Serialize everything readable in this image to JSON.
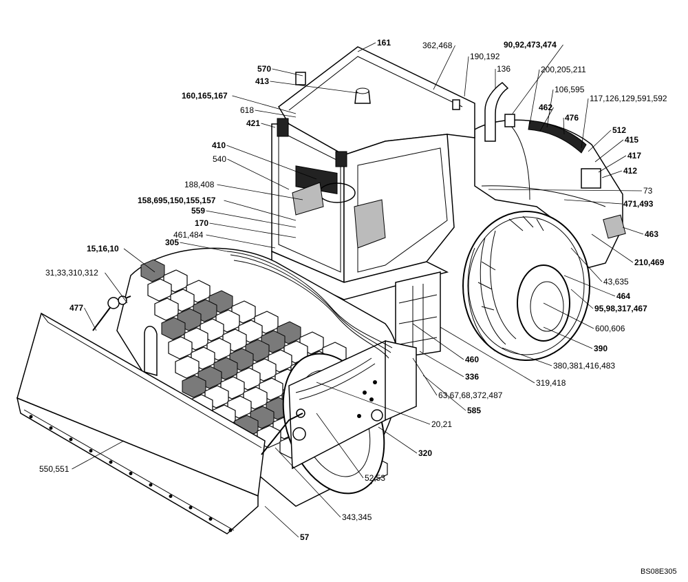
{
  "drawing_code": "BS08E305",
  "callouts": [
    {
      "text": "570",
      "bold": true
    },
    {
      "text": "161",
      "bold": true
    },
    {
      "text": "362,468",
      "bold": false
    },
    {
      "text": "190,192",
      "bold": false
    },
    {
      "text": "90,92,473,474",
      "bold": true
    },
    {
      "text": "136",
      "bold": false
    },
    {
      "text": "200,205,211",
      "bold": false
    },
    {
      "text": "413",
      "bold": true
    },
    {
      "text": "106,595",
      "bold": false
    },
    {
      "text": "160,165,167",
      "bold": true
    },
    {
      "text": "462",
      "bold": true
    },
    {
      "text": "117,126,129,591,592",
      "bold": false
    },
    {
      "text": "618",
      "bold": false
    },
    {
      "text": "476",
      "bold": true
    },
    {
      "text": "421",
      "bold": true
    },
    {
      "text": "512",
      "bold": true
    },
    {
      "text": "415",
      "bold": true
    },
    {
      "text": "410",
      "bold": true
    },
    {
      "text": "417",
      "bold": true
    },
    {
      "text": "540",
      "bold": false
    },
    {
      "text": "412",
      "bold": true
    },
    {
      "text": "188,408",
      "bold": false
    },
    {
      "text": "73",
      "bold": false
    },
    {
      "text": "158,695,150,155,157",
      "bold": true
    },
    {
      "text": "471,493",
      "bold": true
    },
    {
      "text": "559",
      "bold": true
    },
    {
      "text": "170",
      "bold": true
    },
    {
      "text": "463",
      "bold": true
    },
    {
      "text": "461,484",
      "bold": false
    },
    {
      "text": "305",
      "bold": true
    },
    {
      "text": "15,16,10",
      "bold": true
    },
    {
      "text": "210,469",
      "bold": true
    },
    {
      "text": "31,33,310,312",
      "bold": false
    },
    {
      "text": "43,635",
      "bold": false
    },
    {
      "text": "464",
      "bold": true
    },
    {
      "text": "477",
      "bold": true
    },
    {
      "text": "95,98,317,467",
      "bold": true
    },
    {
      "text": "600,606",
      "bold": false
    },
    {
      "text": "390",
      "bold": true
    },
    {
      "text": "380,381,416,483",
      "bold": false
    },
    {
      "text": "460",
      "bold": true
    },
    {
      "text": "319,418",
      "bold": false
    },
    {
      "text": "336",
      "bold": true
    },
    {
      "text": "63,67,68,372,487",
      "bold": false
    },
    {
      "text": "585",
      "bold": true
    },
    {
      "text": "20,21",
      "bold": false
    },
    {
      "text": "320",
      "bold": true
    },
    {
      "text": "550,551",
      "bold": false
    },
    {
      "text": "52,53",
      "bold": false
    },
    {
      "text": "343,345",
      "bold": false
    },
    {
      "text": "57",
      "bold": true
    }
  ]
}
